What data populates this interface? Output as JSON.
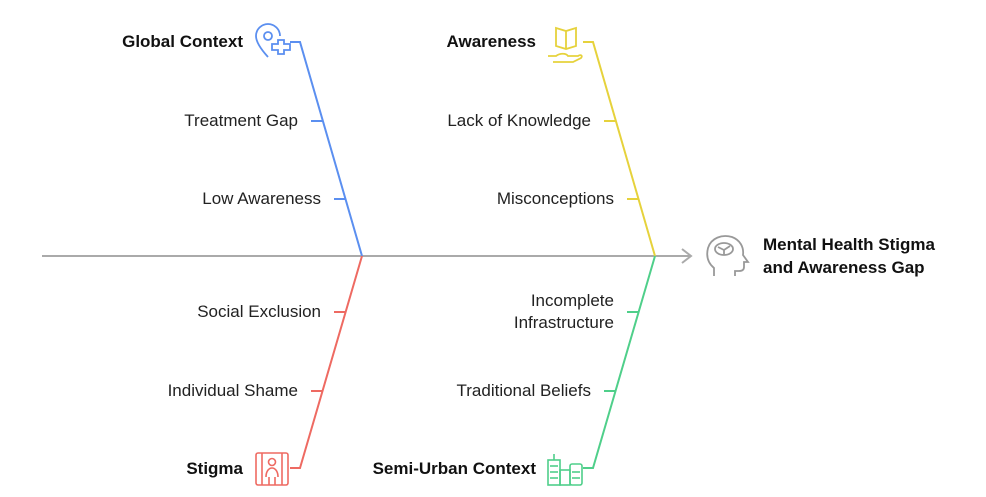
{
  "effect": {
    "line1": "Mental Health Stigma",
    "line2": "and Awareness Gap",
    "icon": "head-brain-icon"
  },
  "categories": {
    "global": {
      "title": "Global Context",
      "icon": "location-medical-icon",
      "color": "#5b8ff0",
      "causes": [
        "Treatment Gap",
        "Low Awareness"
      ]
    },
    "awareness": {
      "title": "Awareness",
      "icon": "book-hand-icon",
      "color": "#e6d23c",
      "causes": [
        "Lack of Knowledge",
        "Misconceptions"
      ]
    },
    "stigma": {
      "title": "Stigma",
      "icon": "prisoner-bars-icon",
      "color": "#ee6a62",
      "causes": [
        "Social Exclusion",
        "Individual Shame"
      ]
    },
    "semiurban": {
      "title": "Semi-Urban Context",
      "icon": "city-buildings-icon",
      "color": "#4fcf8a",
      "causes": [
        "Incomplete Infrastructure",
        "Traditional Beliefs"
      ]
    }
  },
  "spine_color": "#aaaaaa"
}
